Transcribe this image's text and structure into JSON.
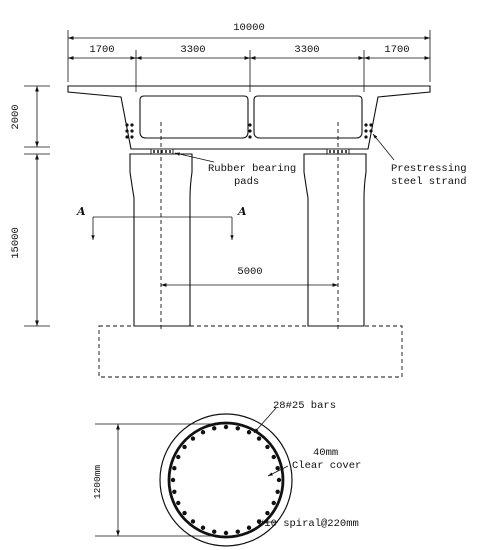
{
  "dimensions": {
    "total_width": "10000",
    "seg_1": "1700",
    "seg_2": "3300",
    "seg_3": "3300",
    "seg_4": "1700",
    "deck_height": "2000",
    "column_height": "15000",
    "column_spacing": "5000",
    "column_diameter": "1200mm"
  },
  "labels": {
    "bearing_line1": "Rubber bearing",
    "bearing_line2": "pads",
    "strand_line1": "Prestressing",
    "strand_line2": "steel strand",
    "section_mark": "A",
    "bars": "28#25 bars",
    "cover_value": "40mm",
    "cover_text": "Clear cover",
    "spiral": "#10 spiral@220mm"
  },
  "section": {
    "bar_count": 28
  }
}
